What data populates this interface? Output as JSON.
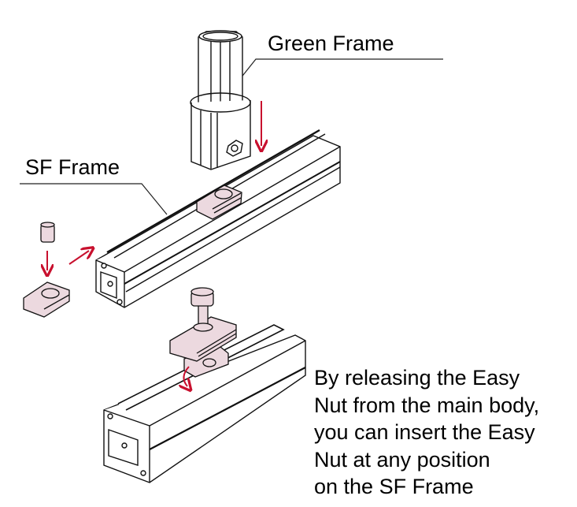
{
  "labels": {
    "green_frame": "Green Frame",
    "sf_frame": "SF Frame"
  },
  "description": {
    "lines": [
      "By releasing the Easy",
      "Nut from the main body,",
      "you can insert the Easy",
      "Nut at any position",
      "on the SF Frame"
    ]
  },
  "colors": {
    "arrow": "#c8102e",
    "nut_fill": "#ecd9df",
    "line": "#1a1a1a"
  }
}
